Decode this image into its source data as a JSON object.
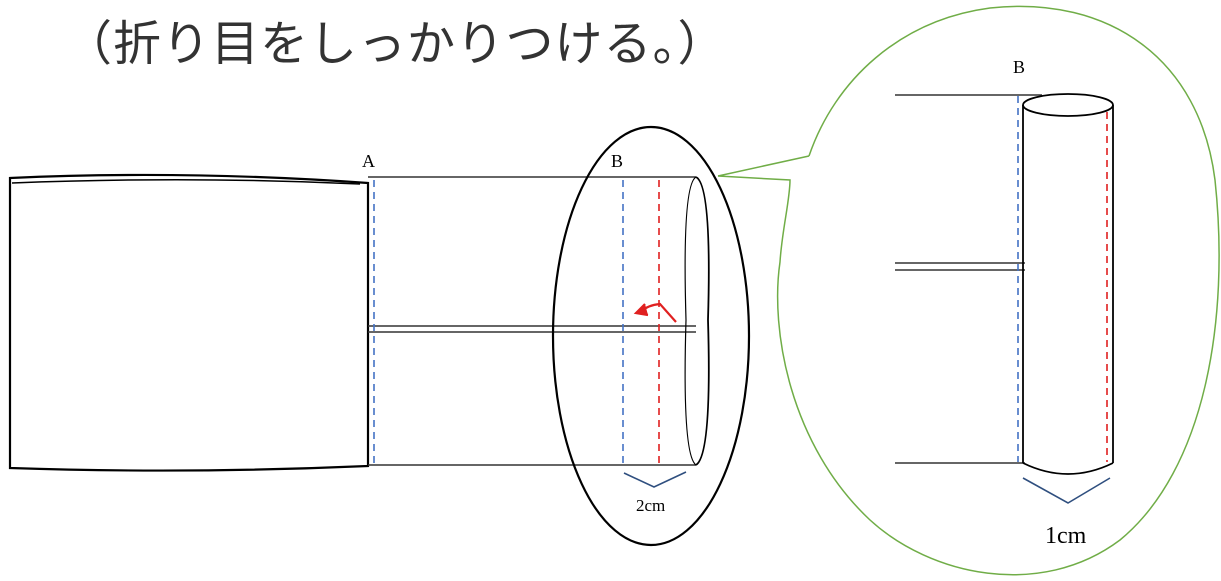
{
  "title": "（折り目をしっかりつける。）",
  "labels": {
    "a": "A",
    "b": "B",
    "b_zoom": "B",
    "width_2": "2cm",
    "width_1": "1cm"
  },
  "colors": {
    "outline": "#000000",
    "blue_fold": "#4472C4",
    "red_fold": "#E02020",
    "arrow": "#E02020",
    "zoom_circle": "#70AD47",
    "brace": "#2F4F7F"
  }
}
